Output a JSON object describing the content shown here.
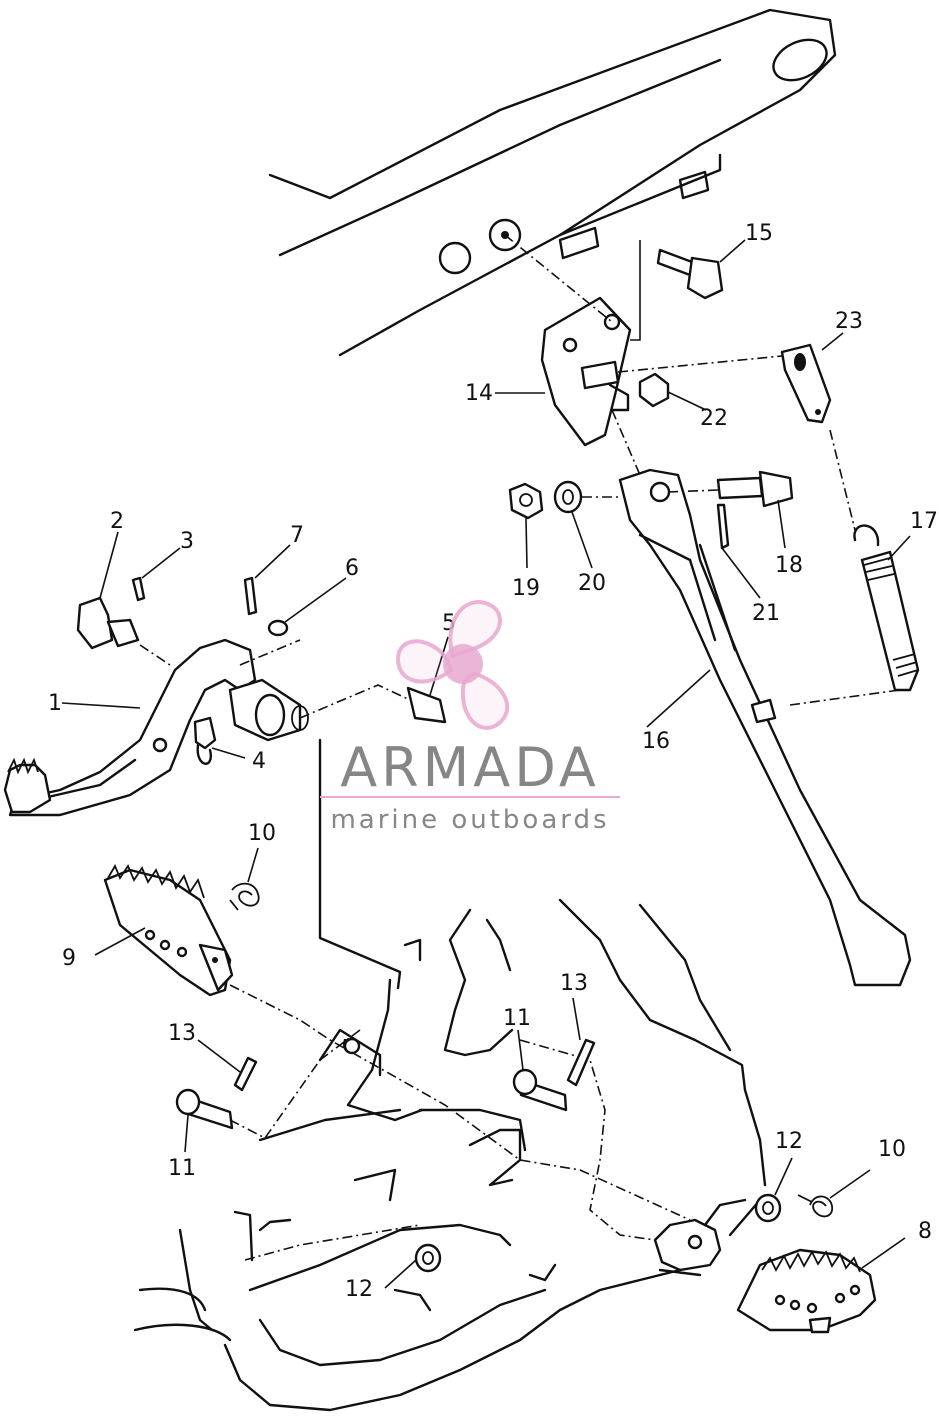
{
  "watermark": {
    "brand": "ARMADA",
    "tagline": "marine outboards",
    "logo_icon": "propeller-icon",
    "logo_color": "#e8a8d0",
    "text_color": "#7a7a7a"
  },
  "callouts": [
    "1",
    "2",
    "3",
    "4",
    "5",
    "6",
    "7",
    "8",
    "9",
    "10",
    "10",
    "11",
    "11",
    "12",
    "12",
    "13",
    "13",
    "14",
    "15",
    "16",
    "17",
    "18",
    "19",
    "20",
    "21",
    "22",
    "23"
  ]
}
